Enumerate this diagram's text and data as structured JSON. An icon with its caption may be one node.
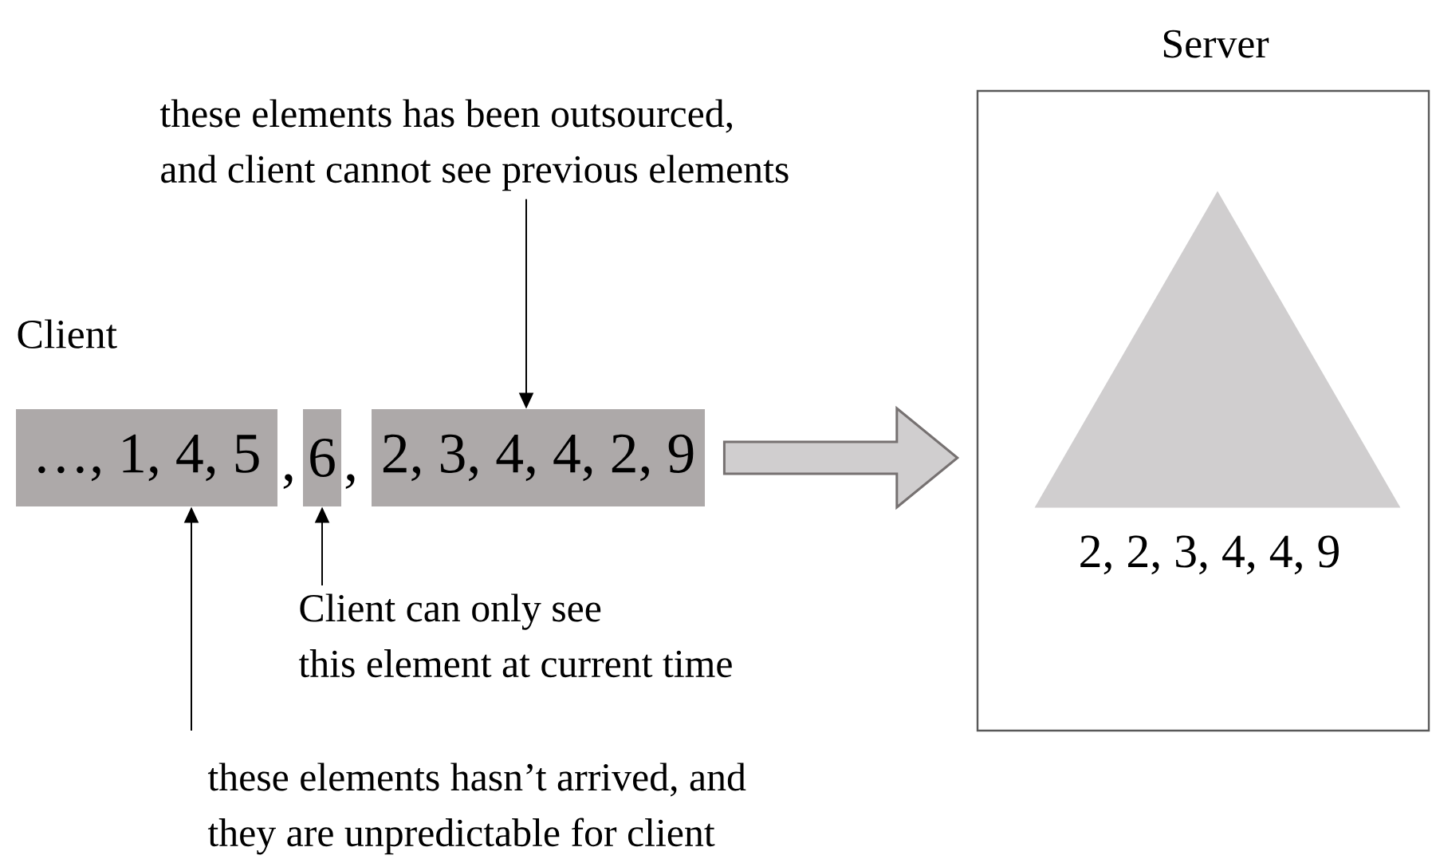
{
  "diagram": {
    "nodes": [
      {
        "text": [
          "…, 1, 4, 5"
        ]
      },
      {
        "text": [
          "6"
        ]
      },
      {
        "text": [
          "2, 3, 4, 4, 2, 9"
        ]
      },
      {
        "text": [
          "these elements has been outsourced, and client cannot see previous elements"
        ]
      },
      {
        "text": [
          "Client can only see this element at current time"
        ]
      },
      {
        "text": [
          "these elements hasn’t arrived, and they are unpredictable for client"
        ]
      },
      {
        "text": [
          "Server"
        ]
      },
      {
        "text": [],
        "shape": "triangle",
        "in": 6,
        "beside": [
          "2, 2, 3, 4, 4, 9"
        ]
      }
    ],
    "edges": [
      {
        "from": 3,
        "to": 2,
        "arrow": "to"
      },
      {
        "from": 4,
        "to": 1,
        "arrow": "to"
      },
      {
        "from": 5,
        "to": 0,
        "arrow": "to"
      },
      {
        "from": 2,
        "to": 6,
        "arrow": "to",
        "style": "thick"
      }
    ],
    "labels": [
      "Client",
      ",",
      ","
    ]
  }
}
